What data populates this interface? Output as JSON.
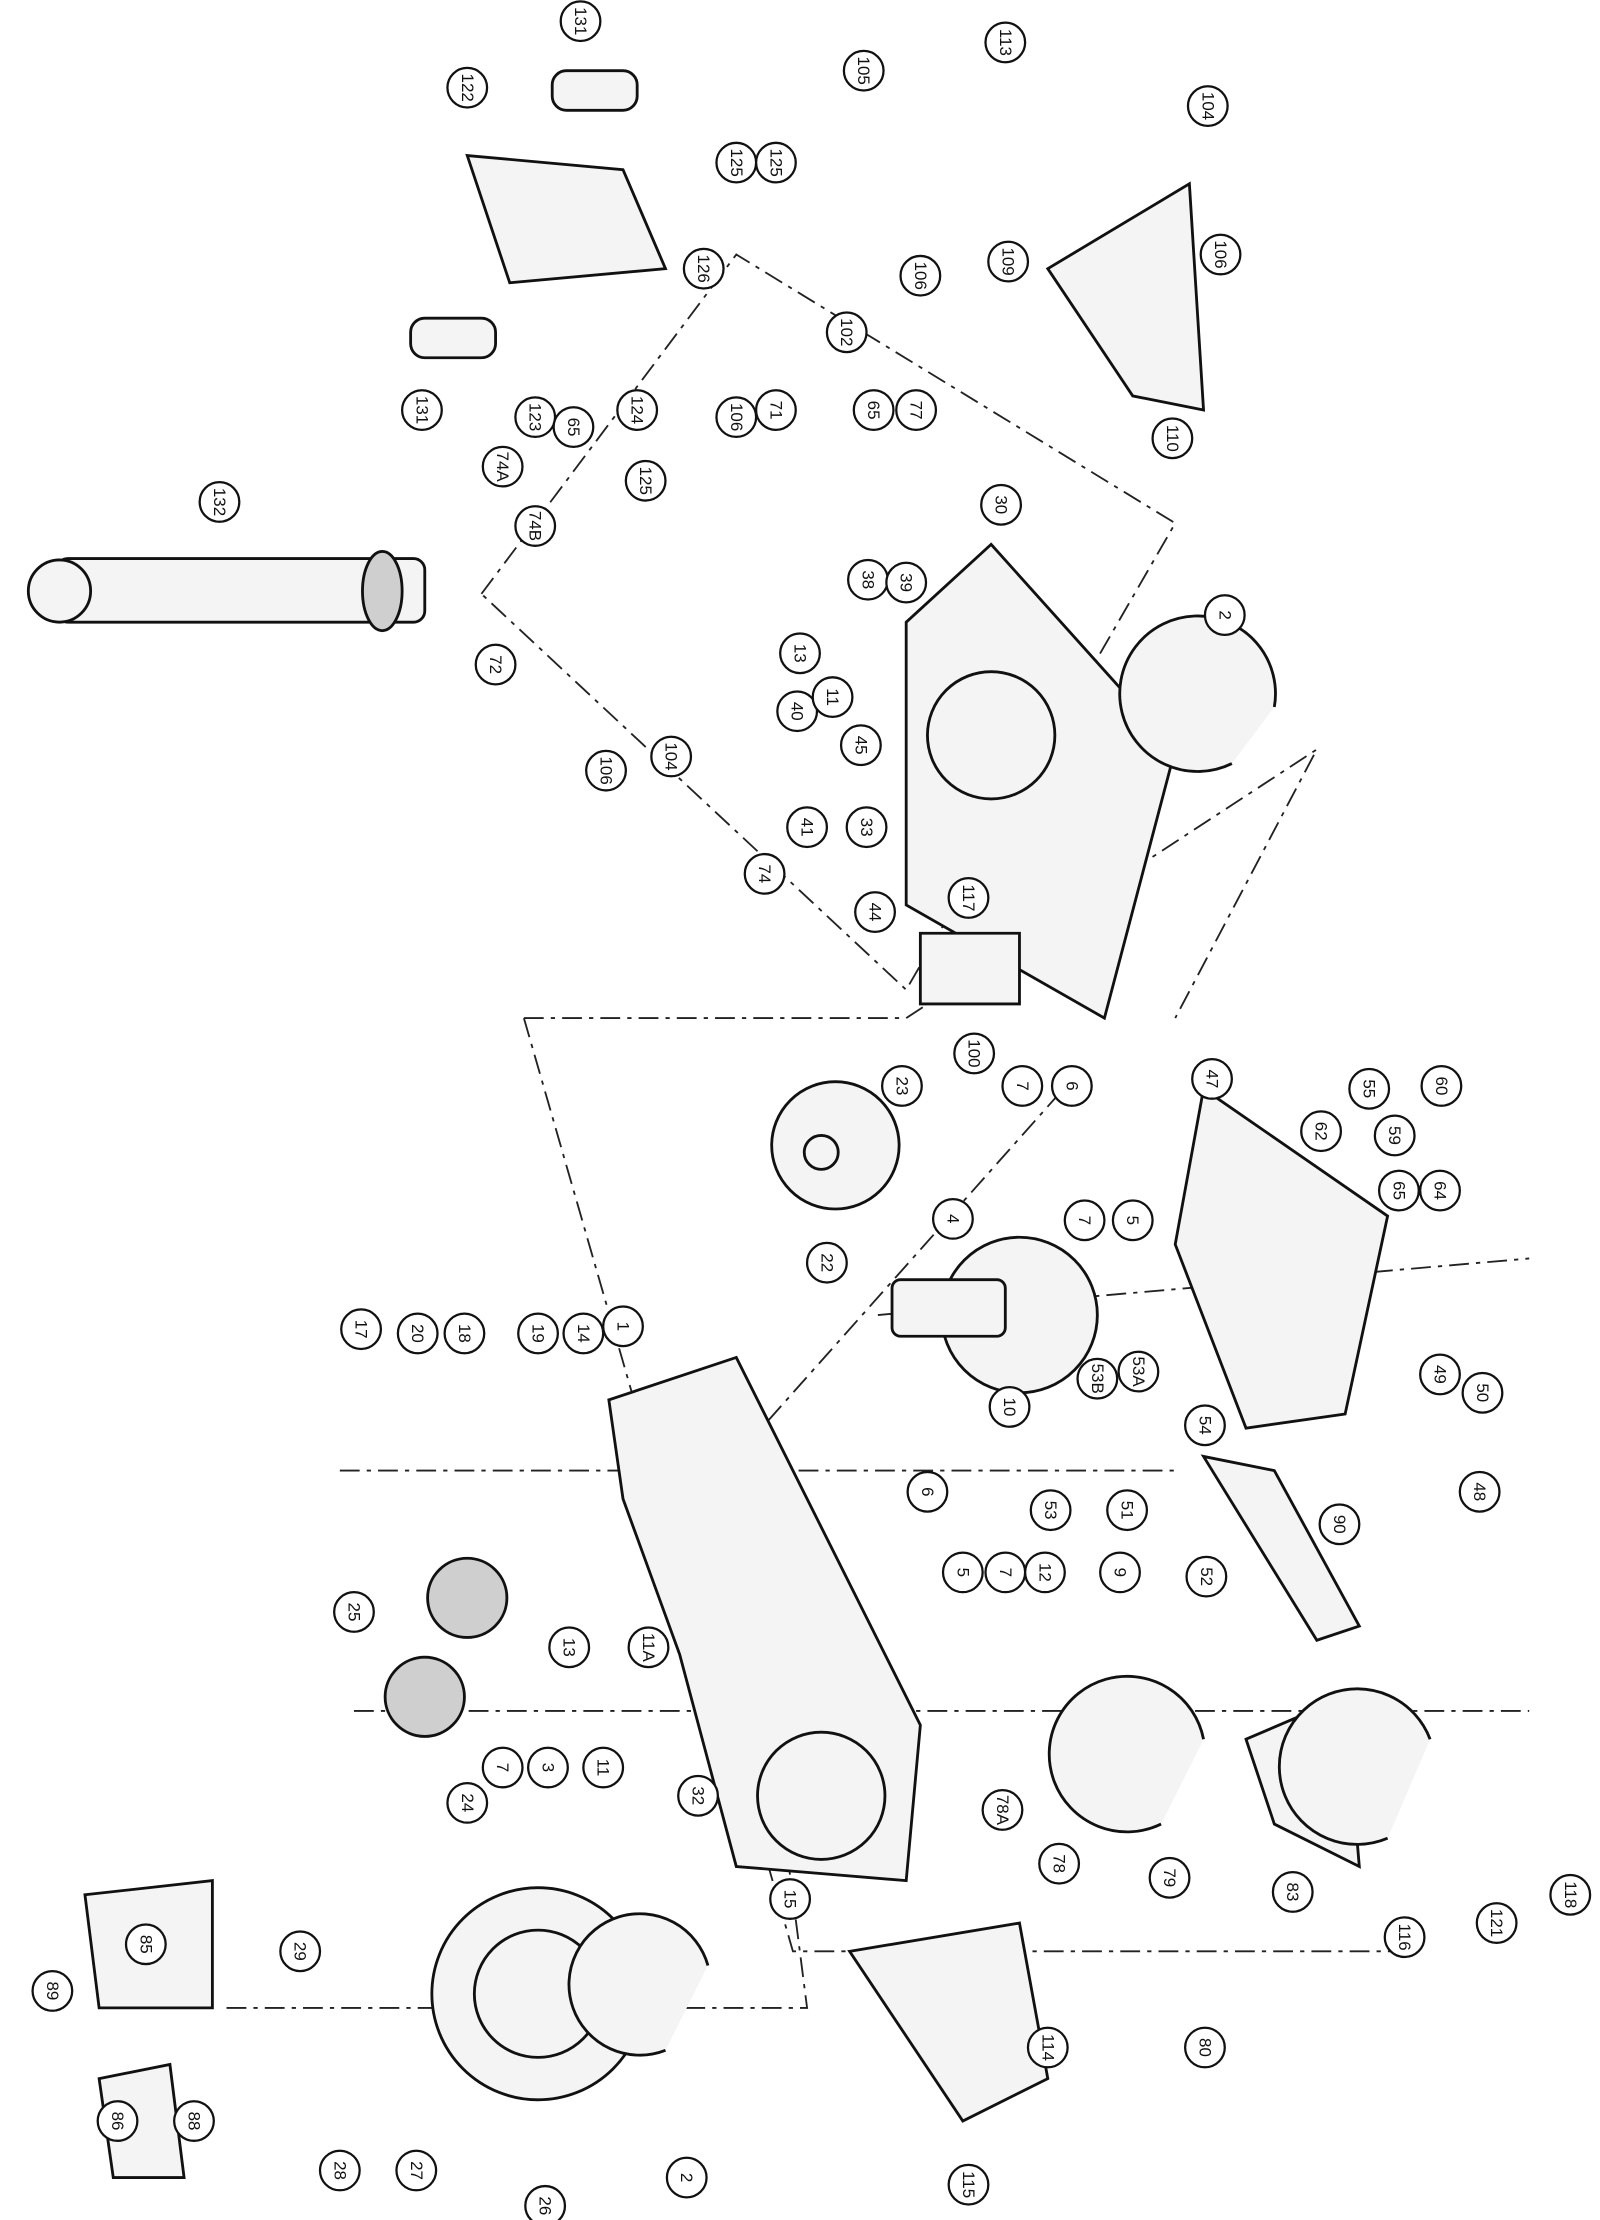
{
  "diagram": {
    "type": "exploded-parts-diagram",
    "callouts": [
      "131",
      "122",
      "105",
      "113",
      "104",
      "125",
      "125",
      "126",
      "106",
      "106",
      "102",
      "109",
      "131",
      "123",
      "65",
      "124",
      "106",
      "71",
      "65",
      "77",
      "110",
      "125",
      "74A",
      "74B",
      "132",
      "30",
      "38",
      "39",
      "13",
      "72",
      "2",
      "40",
      "11",
      "45",
      "104",
      "106",
      "41",
      "33",
      "74",
      "44",
      "117",
      "100",
      "23",
      "7",
      "6",
      "47",
      "55",
      "60",
      "62",
      "59",
      "4",
      "7",
      "5",
      "65",
      "64",
      "22",
      "17",
      "20",
      "18",
      "19",
      "14",
      "1",
      "10",
      "53B",
      "53A",
      "54",
      "49",
      "50",
      "48",
      "6",
      "53",
      "51",
      "90",
      "52",
      "5",
      "7",
      "12",
      "9",
      "25",
      "13",
      "11A",
      "7",
      "3",
      "11",
      "24",
      "32",
      "78A",
      "78",
      "79",
      "83",
      "116",
      "121",
      "118",
      "15",
      "85",
      "29",
      "89",
      "80",
      "114",
      "86",
      "88",
      "28",
      "27",
      "26",
      "2",
      "115"
    ]
  }
}
